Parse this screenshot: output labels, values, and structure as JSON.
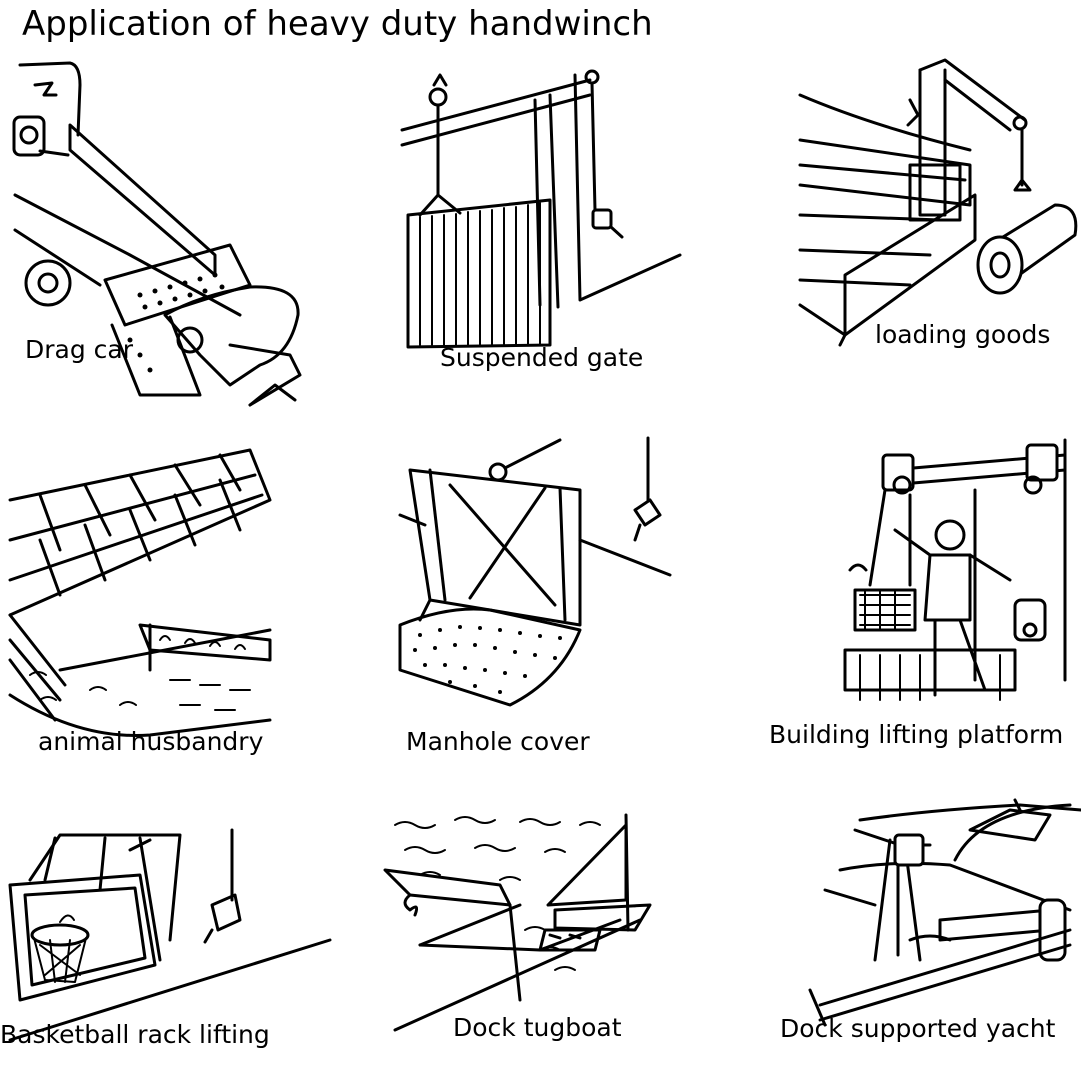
{
  "title": "Application of heavy duty handwinch",
  "panels": [
    {
      "caption": "Drag car",
      "illustration_icon": "car-towing-icon"
    },
    {
      "caption": "Suspended gate",
      "illustration_icon": "gate-icon"
    },
    {
      "caption": "loading goods",
      "illustration_icon": "crane-barrel-icon"
    },
    {
      "caption": "animal husbandry",
      "illustration_icon": "animal-pen-icon"
    },
    {
      "caption": "Manhole cover",
      "illustration_icon": "manhole-cover-icon"
    },
    {
      "caption": "Building lifting platform",
      "illustration_icon": "lifting-platform-icon"
    },
    {
      "caption": "Basketball rack lifting",
      "illustration_icon": "basketball-hoop-icon"
    },
    {
      "caption": "Dock tugboat",
      "illustration_icon": "sailboat-dock-icon"
    },
    {
      "caption": "Dock supported yacht",
      "illustration_icon": "yacht-trailer-icon"
    }
  ]
}
